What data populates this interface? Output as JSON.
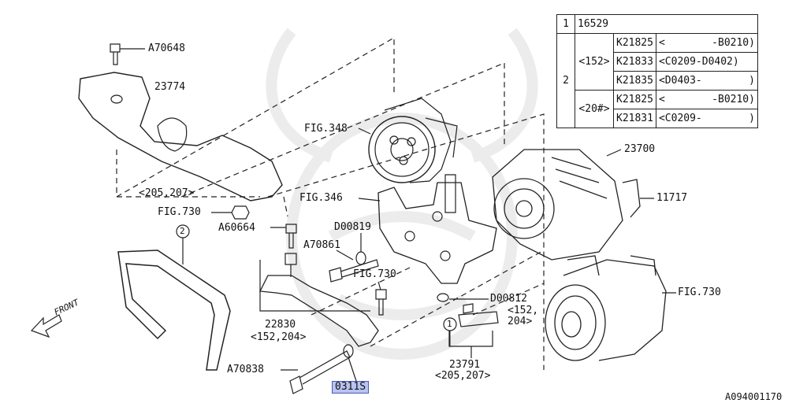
{
  "callouts": {
    "a70648": "A70648",
    "p23774": "23774",
    "fig348": "FIG.348",
    "range_top": "<205,207>",
    "fig730_top": "FIG.730",
    "fig346": "FIG.346",
    "a60664": "A60664",
    "d00819": "D00819",
    "a70861": "A70861",
    "fig730_mid": "FIG.730",
    "circle2": "2",
    "front": "FRONT",
    "p22830": "22830",
    "range_22830": "<152,204>",
    "a70838": "A70838",
    "p0311s": "0311S",
    "d00812": "D00812",
    "range_d00812_a": "<152,",
    "range_d00812_b": "204>",
    "circle1": "1",
    "p23791": "23791",
    "range_23791": "<205,207>",
    "p23700": "23700",
    "p11717": "11717",
    "fig730_right": "FIG.730",
    "diagram_id": "A094001170"
  },
  "table": {
    "row1_marker": "1",
    "row1_part": "16529",
    "row2_marker": "2",
    "group152": "<152>",
    "group20": "<20#>",
    "rows": [
      {
        "part": "K21825",
        "range_left": "<",
        "range_right": "-B0210)"
      },
      {
        "part": "K21833",
        "range_left": "<C0209-D0402)",
        "range_right": ""
      },
      {
        "part": "K21835",
        "range_left": "<D0403-",
        "range_right": ")"
      },
      {
        "part": "K21825",
        "range_left": "<",
        "range_right": "-B0210)"
      },
      {
        "part": "K21831",
        "range_left": "<C0209-",
        "range_right": ")"
      }
    ]
  },
  "colors": {
    "line": "#222222",
    "highlight": "#b9c3ef",
    "watermark": "#ececec"
  }
}
